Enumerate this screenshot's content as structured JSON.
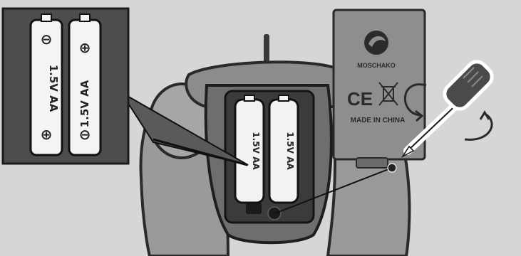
{
  "callout_batteries": [
    {
      "label": "1.5V AA",
      "top_symbol": "⊖",
      "bottom_symbol": "⊕"
    },
    {
      "label": "1.5V AA",
      "top_symbol": "⊕",
      "bottom_symbol": "⊖"
    }
  ],
  "compartment_batteries": [
    {
      "label": "1.5V AA"
    },
    {
      "label": "1.5V AA"
    }
  ],
  "cover": {
    "brand": "MOSCHAKO",
    "ce_mark": "CE",
    "origin": "MADE IN CHINA"
  }
}
